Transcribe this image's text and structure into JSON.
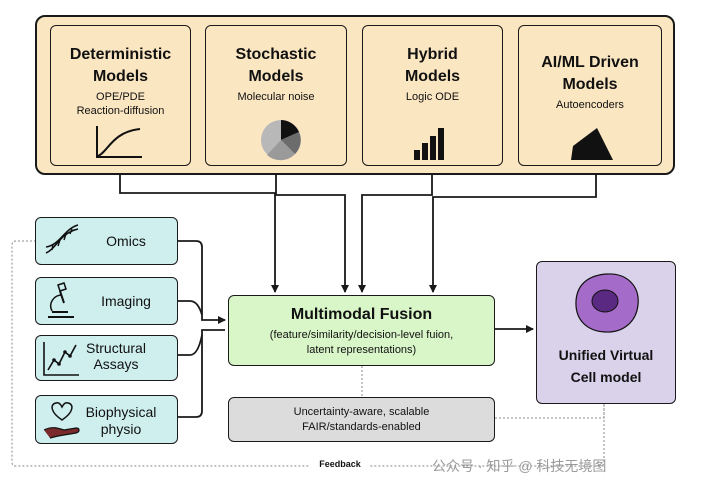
{
  "models": [
    {
      "title_line1": "Deterministic",
      "title_line2": "Models",
      "sub_line1": "OPE/PDE",
      "sub_line2": "Reaction-diffusion",
      "icon": "curve-graph-icon"
    },
    {
      "title_line1": "Stochastic",
      "title_line2": "Models",
      "sub_line1": "Molecular noise",
      "sub_line2": "",
      "icon": "pie-chart-icon"
    },
    {
      "title_line1": "Hybrid",
      "title_line2": "Models",
      "sub_line1": "Logic ODE",
      "sub_line2": "",
      "icon": "bar-chart-icon"
    },
    {
      "title_line1": "AI/ML Driven",
      "title_line2": "Models",
      "sub_line1": "Autoencoders",
      "sub_line2": "",
      "icon": "area-shape-icon"
    }
  ],
  "inputs": [
    {
      "label_line1": "Omics",
      "label_line2": "",
      "icon": "dna-icon"
    },
    {
      "label_line1": "Imaging",
      "label_line2": "",
      "icon": "microscope-icon"
    },
    {
      "label_line1": "Structural",
      "label_line2": "Assays",
      "icon": "line-chart-icon"
    },
    {
      "label_line1": "Biophysical",
      "label_line2": "physio",
      "icon": "heart-hand-icon"
    }
  ],
  "fusion": {
    "title": "Multimodal Fusion",
    "sub_line1": "(feature/similarity/decision-level fuion,",
    "sub_line2": "latent representations)"
  },
  "uncertainty": {
    "line1": "Uncertainty-aware, scalable",
    "line2": "FAIR/standards-enabled"
  },
  "output": {
    "title_line1": "Unified Virtual",
    "title_line2": "Cell model",
    "icon": "cell-icon"
  },
  "feedback_label": "Feedback",
  "watermark": "公众号 · 知乎 @ 科技无境图",
  "colors": {
    "models_bg": "#fbe6c2",
    "inputs_bg": "#cfeeee",
    "fusion_bg": "#d9f6c9",
    "uncertainty_bg": "#dcdcdc",
    "output_bg": "#d9d2ea",
    "cell_body": "#a56bc8",
    "cell_nucleus": "#5a2a82"
  }
}
